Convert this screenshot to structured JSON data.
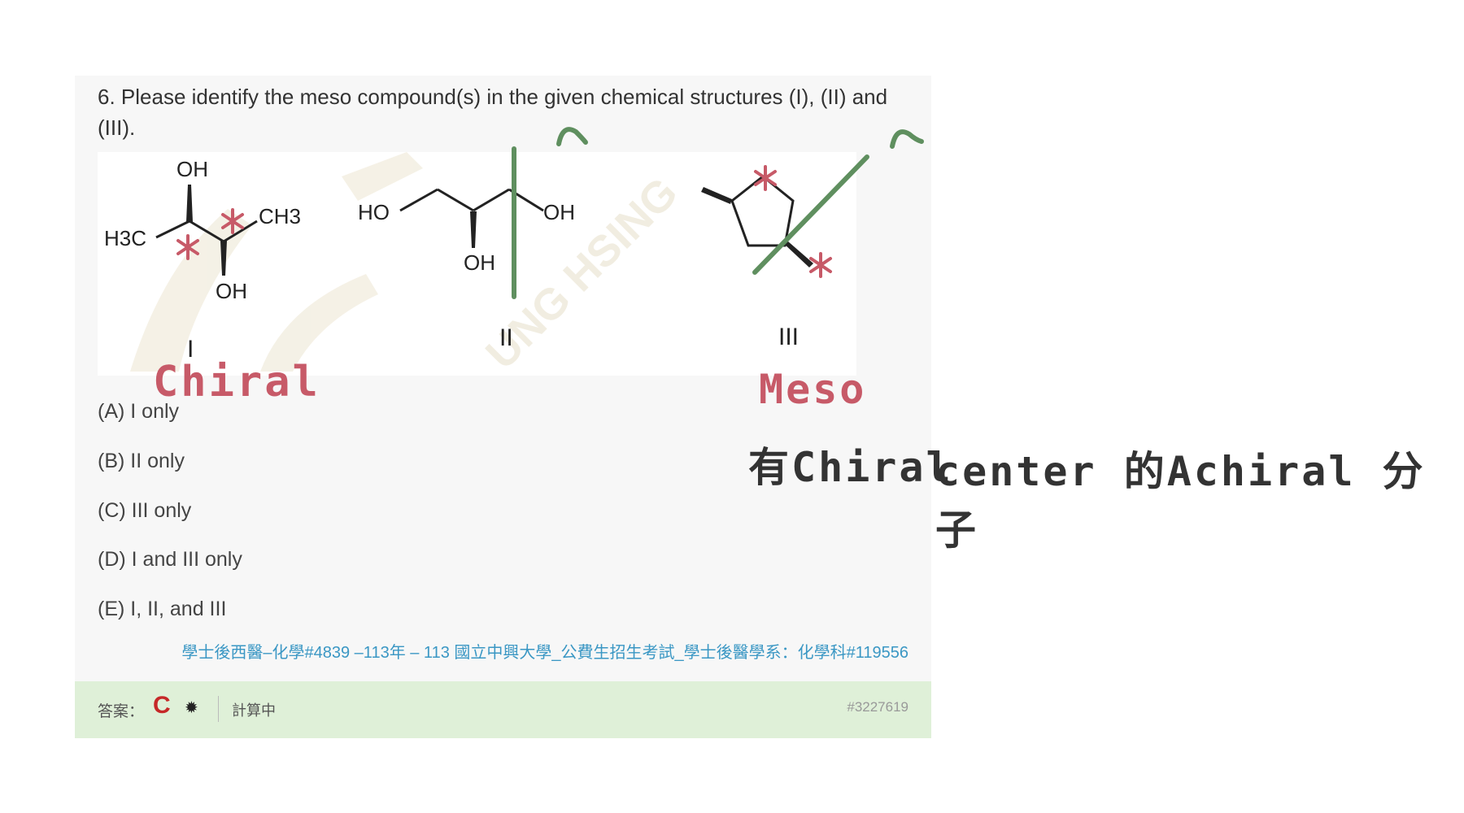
{
  "question": {
    "text": "6. Please identify the meso compound(s) in the given chemical structures (I), (II) and (III)."
  },
  "figure": {
    "structure_1": {
      "groups": [
        "OH",
        "H3C",
        "CH3",
        "OH"
      ],
      "label": "I"
    },
    "structure_2": {
      "groups": [
        "HO",
        "OH",
        "OH"
      ],
      "label": "II"
    },
    "structure_3": {
      "label": "III"
    },
    "watermark": "UNG HSING"
  },
  "options": [
    {
      "text": "(A) I only"
    },
    {
      "text": "(B) II only"
    },
    {
      "text": "(C) III only"
    },
    {
      "text": "(D) I and III only"
    },
    {
      "text": "(E) I, II, and III"
    }
  ],
  "source": "學士後西醫–化學#4839 –113年 – 113 國立中興大學_公費生招生考試_學士後醫學系：化學科#119556",
  "answer_bar": {
    "label": "答案：",
    "value": "C",
    "status": "計算中",
    "ref": "#3227619"
  },
  "annotations": {
    "chiral": "Chiral",
    "meso": "Meso",
    "note_1": "有Chiral",
    "note_2": "center 的Achiral 分子"
  },
  "colors": {
    "ink_red": "#c75a68",
    "ink_green": "#5f8f5f",
    "answer_bar_bg": "#dff0d8",
    "source_link": "#3a97c4",
    "answer_red": "#c62828"
  }
}
